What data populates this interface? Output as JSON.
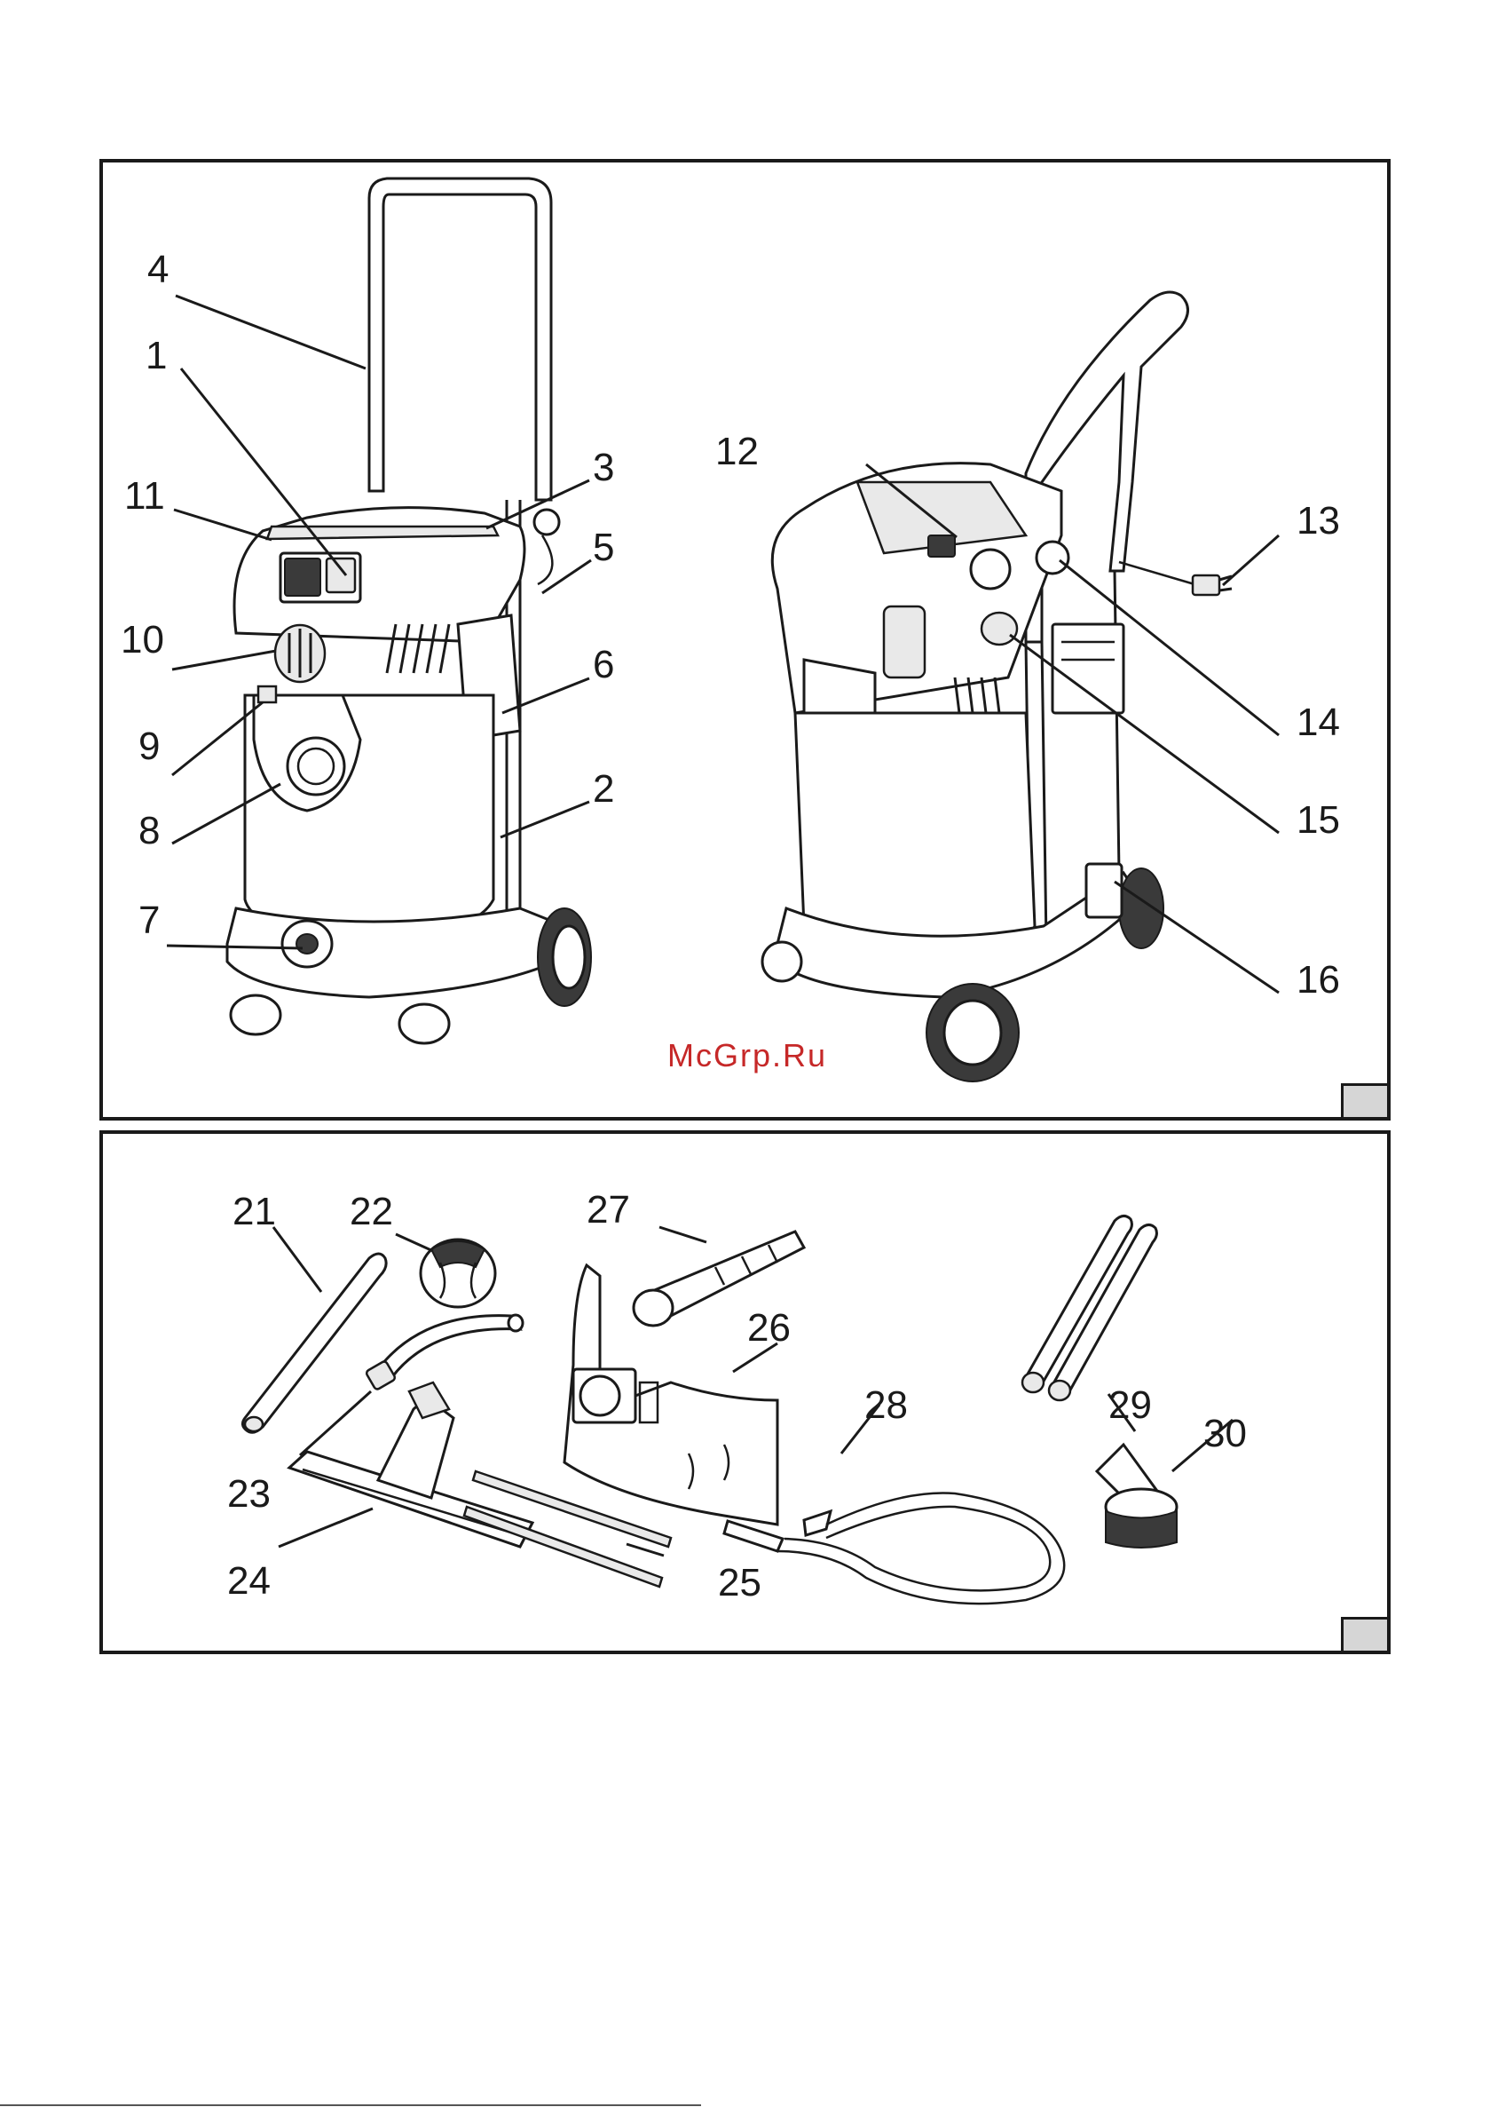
{
  "figure_a": {
    "watermark": "McGrp.Ru",
    "labels": {
      "l1": "1",
      "l2": "2",
      "l3": "3",
      "l4": "4",
      "l5": "5",
      "l6": "6",
      "l7": "7",
      "l8": "8",
      "l9": "9",
      "l10": "10",
      "l11": "11",
      "l12": "12",
      "l13": "13",
      "l14": "14",
      "l15": "15",
      "l16": "16"
    }
  },
  "figure_b": {
    "labels": {
      "l21": "21",
      "l22": "22",
      "l23": "23",
      "l24": "24",
      "l25": "25",
      "l26": "26",
      "l27": "27",
      "l28": "28",
      "l29": "29",
      "l30": "30"
    }
  }
}
